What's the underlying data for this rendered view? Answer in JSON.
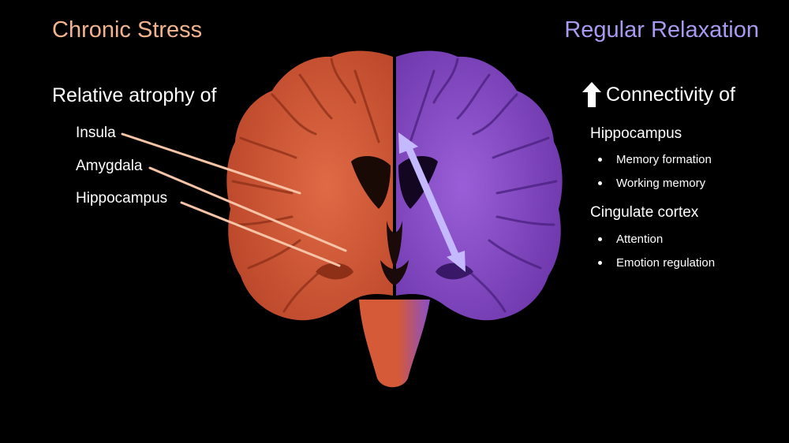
{
  "left": {
    "title": "Chronic Stress",
    "heading": "Relative atrophy of",
    "regions": [
      "Insula",
      "Amygdala",
      "Hippocampus"
    ]
  },
  "right": {
    "title": "Regular Relaxation",
    "heading": "Connectivity of",
    "groups": [
      {
        "name": "Hippocampus",
        "items": [
          "Memory formation",
          "Working memory"
        ]
      },
      {
        "name": "Cingulate cortex",
        "items": [
          "Attention",
          "Emotion regulation"
        ]
      }
    ]
  },
  "colors": {
    "left_title": "#f2b48e",
    "right_title": "#a79af0",
    "stress_brain": "#d9603d",
    "relax_brain": "#8a4fc9",
    "pointer_lines": "#f6c3a6",
    "arrow": "#c4b8ff"
  },
  "icons": {
    "up_arrow": "up-arrow-icon"
  }
}
